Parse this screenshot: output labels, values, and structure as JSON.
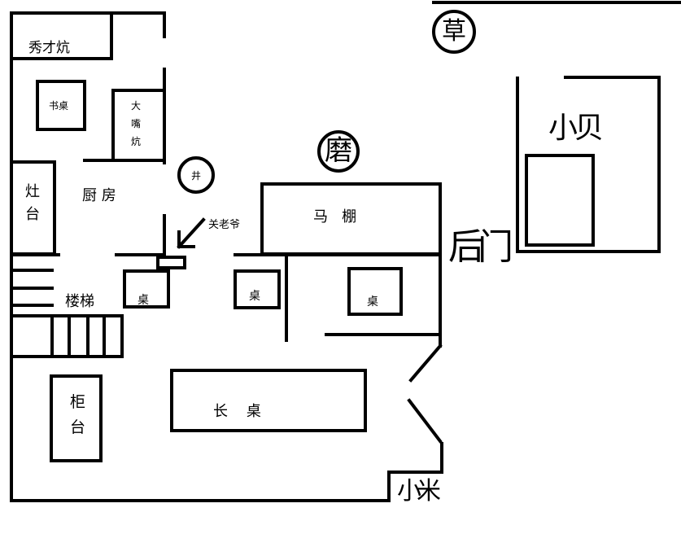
{
  "rooms": {
    "xiucai_kang": "秀才炕",
    "desk_study": "书桌",
    "big_mouth_kang": [
      "大",
      "嘴",
      "炕"
    ],
    "stove": [
      "灶",
      "台"
    ],
    "kitchen": "厨 房",
    "well": "井",
    "guan_laoye": "关老爷",
    "stable": "马   棚",
    "stairs": "楼梯",
    "table": "桌",
    "counter": [
      "柜",
      "台"
    ],
    "long_table": "长    桌",
    "xiaobei": "小贝",
    "grass": "草",
    "millstone": "磨",
    "gate": "后门",
    "xiaomi": "小米"
  }
}
